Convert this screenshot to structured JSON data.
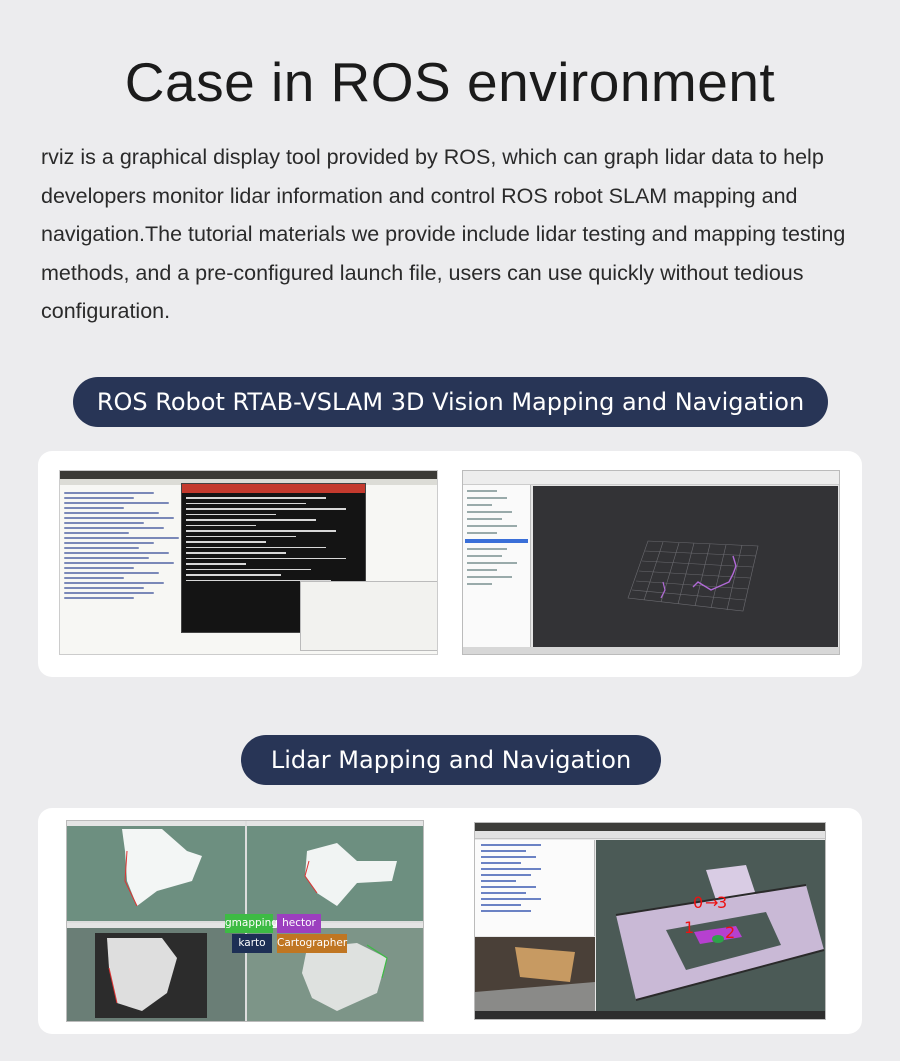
{
  "page": {
    "title": "Case in ROS environment",
    "description": "rviz is a graphical display tool provided by ROS, which can graph lidar data to help developers monitor lidar information and control ROS robot SLAM mapping and navigation.The tutorial materials we provide include lidar testing and mapping testing methods, and a pre-configured launch file, users can use quickly without tedious configuration."
  },
  "sections": [
    {
      "label": "ROS Robot RTAB-VSLAM 3D Vision Mapping and Navigation"
    },
    {
      "label": "Lidar Mapping and Navigation"
    }
  ],
  "mapping_tags": {
    "gmapping": "gmapping",
    "hector": "hector",
    "karto": "karto",
    "cartographer": "Cartographer"
  },
  "nav_labels": {
    "zero": "0",
    "arrow": "→",
    "three": "3",
    "one": "1",
    "two": "2"
  },
  "colors": {
    "pill_bg": "#283556",
    "gmapping": "#3dbb44",
    "hector": "#9c3fbf",
    "karto": "#1d2f55",
    "cartographer": "#c07622",
    "nav_label": "#e11111"
  }
}
